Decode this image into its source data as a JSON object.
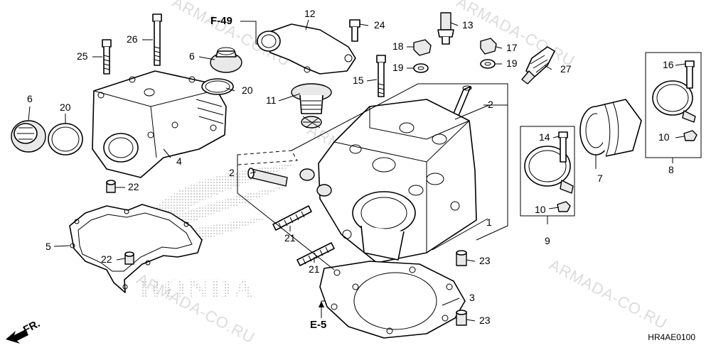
{
  "watermark": "ARMADA-CO.RU",
  "logo_text": "HONDA",
  "diagram_code": "HR4AE0100",
  "references": {
    "f49": "F-49",
    "e5": "E-5",
    "front": "FR."
  },
  "callouts": [
    {
      "id": "c1",
      "label": "1"
    },
    {
      "id": "c2a",
      "label": "2"
    },
    {
      "id": "c2b",
      "label": "2"
    },
    {
      "id": "c3",
      "label": "3"
    },
    {
      "id": "c4",
      "label": "4"
    },
    {
      "id": "c5",
      "label": "5"
    },
    {
      "id": "c6a",
      "label": "6"
    },
    {
      "id": "c6b",
      "label": "6"
    },
    {
      "id": "c7",
      "label": "7"
    },
    {
      "id": "c8",
      "label": "8"
    },
    {
      "id": "c9",
      "label": "9"
    },
    {
      "id": "c10a",
      "label": "10"
    },
    {
      "id": "c10b",
      "label": "10"
    },
    {
      "id": "c11",
      "label": "11"
    },
    {
      "id": "c12",
      "label": "12"
    },
    {
      "id": "c13",
      "label": "13"
    },
    {
      "id": "c14",
      "label": "14"
    },
    {
      "id": "c15",
      "label": "15"
    },
    {
      "id": "c16",
      "label": "16"
    },
    {
      "id": "c17",
      "label": "17"
    },
    {
      "id": "c18",
      "label": "18"
    },
    {
      "id": "c19a",
      "label": "19"
    },
    {
      "id": "c19b",
      "label": "19"
    },
    {
      "id": "c20a",
      "label": "20"
    },
    {
      "id": "c20b",
      "label": "20"
    },
    {
      "id": "c21a",
      "label": "21"
    },
    {
      "id": "c21b",
      "label": "21"
    },
    {
      "id": "c22a",
      "label": "22"
    },
    {
      "id": "c22b",
      "label": "22"
    },
    {
      "id": "c23a",
      "label": "23"
    },
    {
      "id": "c23b",
      "label": "23"
    },
    {
      "id": "c24",
      "label": "24"
    },
    {
      "id": "c25",
      "label": "25"
    },
    {
      "id": "c26",
      "label": "26"
    },
    {
      "id": "c27",
      "label": "27"
    }
  ]
}
